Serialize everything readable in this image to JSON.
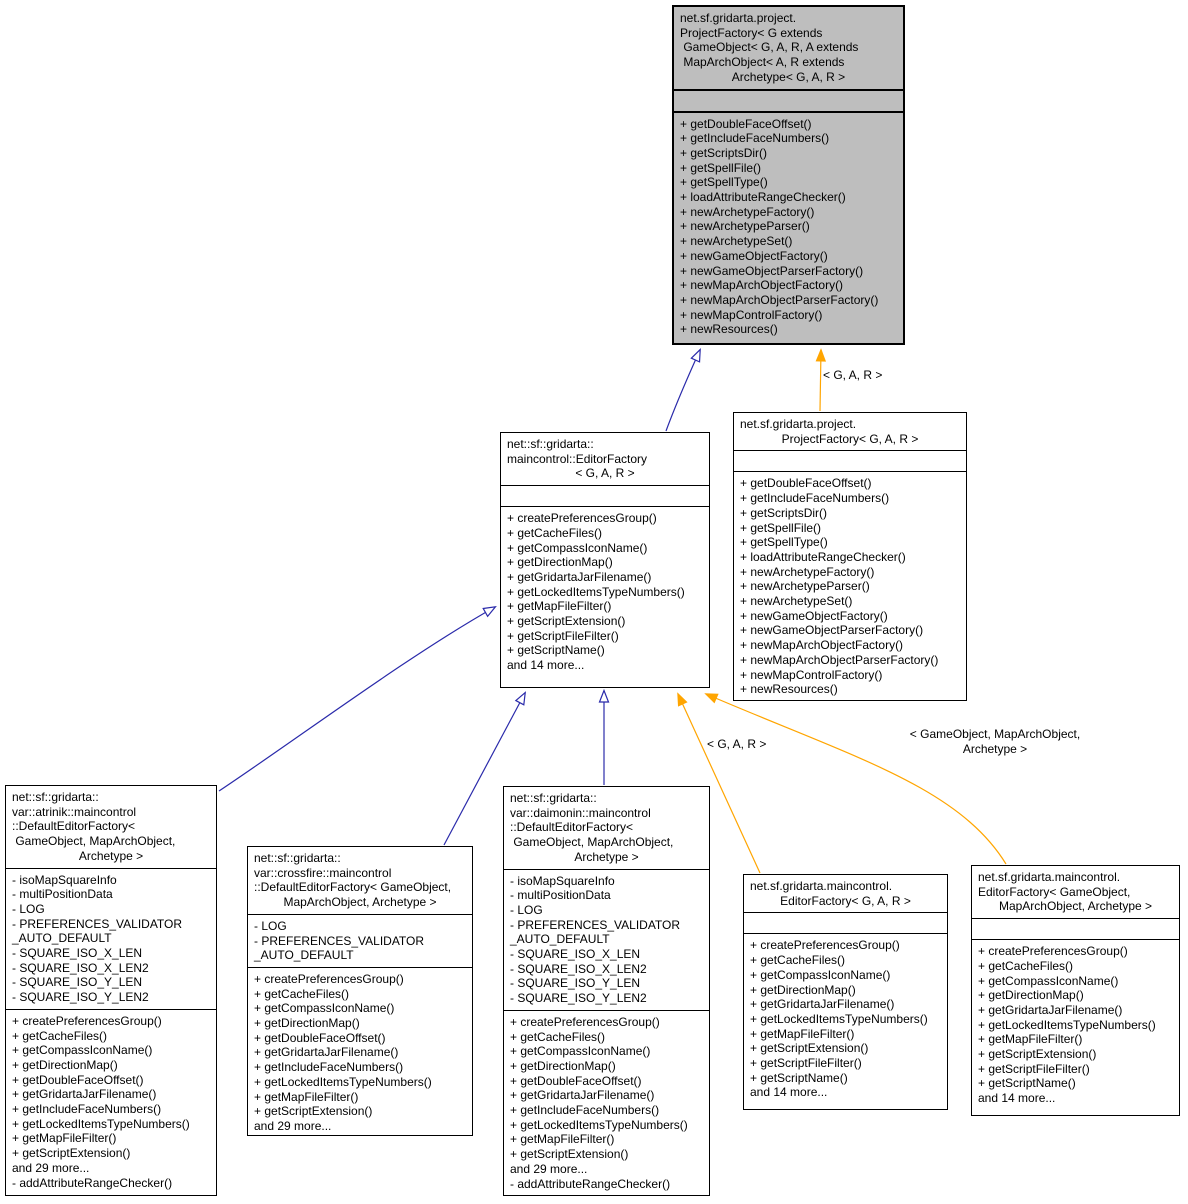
{
  "diagram": {
    "colors": {
      "inheritance_arrow": "#2a2aaa",
      "template_arrow": "#ffa500",
      "highlight_node_fill": "#bebebe",
      "node_fill": "#ffffff",
      "node_border": "#000000"
    },
    "arrow_labels": {
      "project_instantiation": "< G, A, R >",
      "editor_instantiation_gar": "< G, A, R >",
      "editor_instantiation_full_line1": "< GameObject, MapArchObject,",
      "editor_instantiation_full_line2": "Archetype >"
    },
    "boxes": [
      {
        "id": "project-factory-bounded",
        "title_lines": [
          "net.sf.gridarta.project.",
          "ProjectFactory< G extends",
          " GameObject< G, A, R, A extends",
          " MapArchObject< A, R extends",
          "Archetype< G, A, R >"
        ],
        "attributes": [],
        "methods": [
          "+ getDoubleFaceOffset()",
          "+ getIncludeFaceNumbers()",
          "+ getScriptsDir()",
          "+ getSpellFile()",
          "+ getSpellType()",
          "+ loadAttributeRangeChecker()",
          "+ newArchetypeFactory()",
          "+ newArchetypeParser()",
          "+ newArchetypeSet()",
          "+ newGameObjectFactory()",
          "+ newGameObjectParserFactory()",
          "+ newMapArchObjectFactory()",
          "+ newMapArchObjectParserFactory()",
          "+ newMapControlFactory()",
          "+ newResources()"
        ]
      },
      {
        "id": "editor-factory-interface",
        "title_lines": [
          "net::sf::gridarta::",
          "maincontrol::EditorFactory",
          "< G, A, R >"
        ],
        "attributes": [],
        "methods": [
          "+ createPreferencesGroup()",
          "+ getCacheFiles()",
          "+ getCompassIconName()",
          "+ getDirectionMap()",
          "+ getGridartaJarFilename()",
          "+ getLockedItemsTypeNumbers()",
          "+ getMapFileFilter()",
          "+ getScriptExtension()",
          "+ getScriptFileFilter()",
          "+ getScriptName()",
          "and 14 more..."
        ]
      },
      {
        "id": "project-factory-generic",
        "title_lines": [
          "net.sf.gridarta.project.",
          "ProjectFactory< G, A, R >"
        ],
        "attributes": [],
        "methods": [
          "+ getDoubleFaceOffset()",
          "+ getIncludeFaceNumbers()",
          "+ getScriptsDir()",
          "+ getSpellFile()",
          "+ getSpellType()",
          "+ loadAttributeRangeChecker()",
          "+ newArchetypeFactory()",
          "+ newArchetypeParser()",
          "+ newArchetypeSet()",
          "+ newGameObjectFactory()",
          "+ newGameObjectParserFactory()",
          "+ newMapArchObjectFactory()",
          "+ newMapArchObjectParserFactory()",
          "+ newMapControlFactory()",
          "+ newResources()"
        ]
      },
      {
        "id": "atrinik-default-editor-factory",
        "title_lines": [
          "net::sf::gridarta::",
          "var::atrinik::maincontrol",
          "::DefaultEditorFactory<",
          " GameObject, MapArchObject,",
          "Archetype >"
        ],
        "attributes": [
          "- isoMapSquareInfo",
          "- multiPositionData",
          "- LOG",
          "- PREFERENCES_VALIDATOR",
          "_AUTO_DEFAULT",
          "- SQUARE_ISO_X_LEN",
          "- SQUARE_ISO_X_LEN2",
          "- SQUARE_ISO_Y_LEN",
          "- SQUARE_ISO_Y_LEN2"
        ],
        "methods": [
          "+ createPreferencesGroup()",
          "+ getCacheFiles()",
          "+ getCompassIconName()",
          "+ getDirectionMap()",
          "+ getDoubleFaceOffset()",
          "+ getGridartaJarFilename()",
          "+ getIncludeFaceNumbers()",
          "+ getLockedItemsTypeNumbers()",
          "+ getMapFileFilter()",
          "+ getScriptExtension()",
          "and 29 more...",
          "- addAttributeRangeChecker()"
        ]
      },
      {
        "id": "crossfire-default-editor-factory",
        "title_lines": [
          "net::sf::gridarta::",
          "var::crossfire::maincontrol",
          "::DefaultEditorFactory< GameObject,",
          "MapArchObject, Archetype >"
        ],
        "attributes": [
          "- LOG",
          "- PREFERENCES_VALIDATOR",
          "_AUTO_DEFAULT"
        ],
        "methods": [
          "+ createPreferencesGroup()",
          "+ getCacheFiles()",
          "+ getCompassIconName()",
          "+ getDirectionMap()",
          "+ getDoubleFaceOffset()",
          "+ getGridartaJarFilename()",
          "+ getIncludeFaceNumbers()",
          "+ getLockedItemsTypeNumbers()",
          "+ getMapFileFilter()",
          "+ getScriptExtension()",
          "and 29 more..."
        ]
      },
      {
        "id": "daimonin-default-editor-factory",
        "title_lines": [
          "net::sf::gridarta::",
          "var::daimonin::maincontrol",
          "::DefaultEditorFactory<",
          " GameObject, MapArchObject,",
          "Archetype >"
        ],
        "attributes": [
          "- isoMapSquareInfo",
          "- multiPositionData",
          "- LOG",
          "- PREFERENCES_VALIDATOR",
          "_AUTO_DEFAULT",
          "- SQUARE_ISO_X_LEN",
          "- SQUARE_ISO_X_LEN2",
          "- SQUARE_ISO_Y_LEN",
          "- SQUARE_ISO_Y_LEN2"
        ],
        "methods": [
          "+ createPreferencesGroup()",
          "+ getCacheFiles()",
          "+ getCompassIconName()",
          "+ getDirectionMap()",
          "+ getDoubleFaceOffset()",
          "+ getGridartaJarFilename()",
          "+ getIncludeFaceNumbers()",
          "+ getLockedItemsTypeNumbers()",
          "+ getMapFileFilter()",
          "+ getScriptExtension()",
          "and 29 more...",
          "- addAttributeRangeChecker()"
        ]
      },
      {
        "id": "maincontrol-editor-factory-generic",
        "title_lines": [
          "net.sf.gridarta.maincontrol.",
          "EditorFactory< G, A, R >"
        ],
        "attributes": [],
        "methods": [
          "+ createPreferencesGroup()",
          "+ getCacheFiles()",
          "+ getCompassIconName()",
          "+ getDirectionMap()",
          "+ getGridartaJarFilename()",
          "+ getLockedItemsTypeNumbers()",
          "+ getMapFileFilter()",
          "+ getScriptExtension()",
          "+ getScriptFileFilter()",
          "+ getScriptName()",
          "and 14 more..."
        ]
      },
      {
        "id": "maincontrol-editor-factory-instantiated",
        "title_lines": [
          "net.sf.gridarta.maincontrol.",
          "EditorFactory< GameObject,",
          " MapArchObject, Archetype >"
        ],
        "attributes": [],
        "methods": [
          "+ createPreferencesGroup()",
          "+ getCacheFiles()",
          "+ getCompassIconName()",
          "+ getDirectionMap()",
          "+ getGridartaJarFilename()",
          "+ getLockedItemsTypeNumbers()",
          "+ getMapFileFilter()",
          "+ getScriptExtension()",
          "+ getScriptFileFilter()",
          "+ getScriptName()",
          "and 14 more..."
        ]
      }
    ]
  }
}
